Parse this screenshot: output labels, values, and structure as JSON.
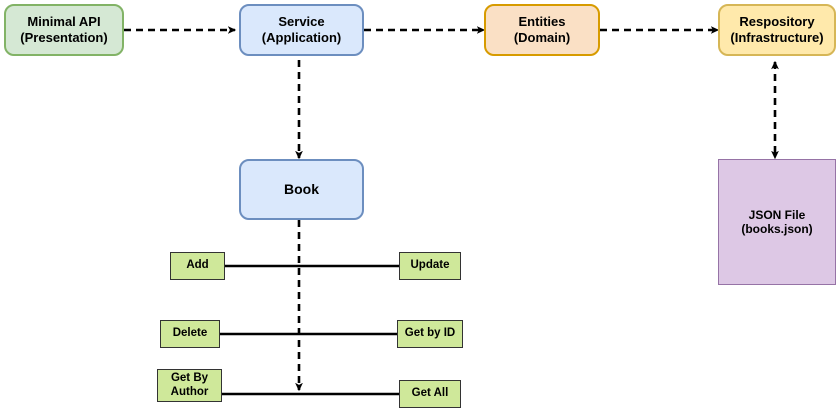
{
  "diagram": {
    "title": "Layered Architecture Diagram",
    "background": "#ffffff",
    "edge_color": "#000000",
    "palette": {
      "presentation_fill": "#d5e8d4",
      "presentation_stroke": "#82b366",
      "application_fill": "#dae8fc",
      "application_stroke": "#6c8ebf",
      "domain_fill": "#fae0c5",
      "domain_stroke": "#d79b00",
      "infrastructure_fill": "#ffe9ab",
      "infrastructure_stroke": "#d6b656",
      "storage_fill": "#ddc8e5",
      "storage_stroke": "#9673a6",
      "method_fill": "#cfe89a",
      "method_stroke": "#333333"
    },
    "layers": [
      {
        "id": "presentation",
        "label": "Minimal API\n(Presentation)"
      },
      {
        "id": "application",
        "label": "Service\n(Application)"
      },
      {
        "id": "domain",
        "label": "Entities\n(Domain)"
      },
      {
        "id": "infrastructure",
        "label": "Respository\n(Infrastructure)"
      }
    ],
    "entity": {
      "id": "book",
      "label": "Book"
    },
    "storage": {
      "id": "json-file",
      "label": "JSON File\n(books.json)"
    },
    "methods": [
      {
        "id": "add",
        "label": "Add",
        "side": "left",
        "row": 1
      },
      {
        "id": "update",
        "label": "Update",
        "side": "right",
        "row": 1
      },
      {
        "id": "delete",
        "label": "Delete",
        "side": "left",
        "row": 2
      },
      {
        "id": "get-by-id",
        "label": "Get by ID",
        "side": "right",
        "row": 2
      },
      {
        "id": "get-by-author",
        "label": "Get By\nAuthor",
        "side": "left",
        "row": 3
      },
      {
        "id": "get-all",
        "label": "Get All",
        "side": "right",
        "row": 3
      }
    ]
  }
}
